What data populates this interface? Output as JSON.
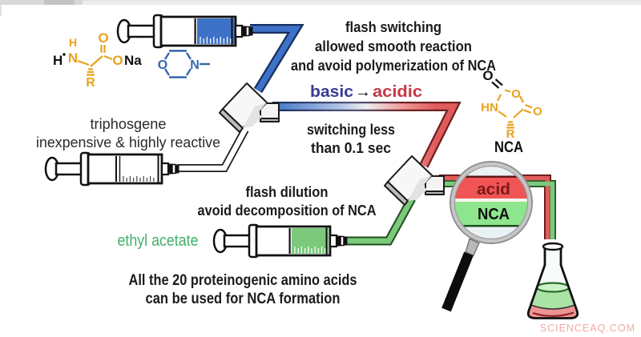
{
  "watermark": "SCIENCEAQ.COM",
  "annotations": {
    "flash_switching": [
      "flash switching",
      "allowed smooth reaction",
      "and avoid polymerization of NCA"
    ],
    "ph_switch": {
      "basic": "basic",
      "arrow": "→",
      "acidic": "acidic"
    },
    "switching_speed": [
      "switching less",
      "than 0.1 sec"
    ],
    "triphosgene": [
      "triphosgene",
      "inexpensive & highly reactive"
    ],
    "flash_dilution": [
      "flash dilution",
      "avoid decomposition of NCA"
    ],
    "ethyl_acetate": "ethyl acetate",
    "amino_acids": [
      "All the 20 proteinogenic amino acids",
      "can be used for NCA formation"
    ]
  },
  "structures": {
    "amino_acid_salt": {
      "h_left": "H",
      "h_amine": "H",
      "n": "N",
      "o_carbonyl": "O",
      "o_carboxylate": "O",
      "na": "Na",
      "r": "R"
    },
    "n_methylmorpholine": {
      "o": "O",
      "n": "N"
    },
    "nca": {
      "o_left": "O",
      "hn": "HN",
      "o_ring": "O",
      "o_right": "O",
      "r": "R",
      "label": "NCA"
    }
  },
  "magnifier": {
    "acid_label": "acid",
    "nca_label": "NCA"
  },
  "colors": {
    "tube_blue": "#3E72C8",
    "tube_green": "#7CC97C",
    "tube_red": "#E25B5B",
    "structure_orange": "#E8A21E",
    "morpholine_blue": "#3366AE",
    "basic_text": "#3B3B94",
    "acidic_text": "#C63845",
    "ethyl_acetate_green": "#41AE6B",
    "acid_band": "#F15454",
    "nca_band": "#8DE58D",
    "watermark_pink": "#F2A8A8"
  }
}
